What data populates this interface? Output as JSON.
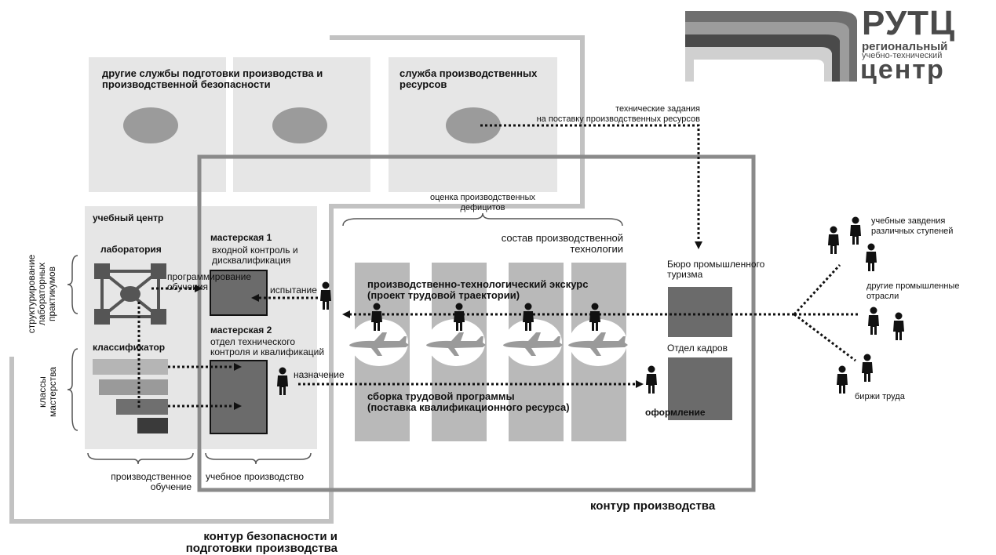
{
  "logo": {
    "name": "РУТЦ",
    "line1": "региональный",
    "line2": "учебно-технический",
    "line3": "центр"
  },
  "top_services": {
    "other_services": "другие службы подготовки производства и\nпроизводственной безопасности",
    "resources_service": "служба производственных\nресурсов",
    "tech_tasks": "технические задания\nна поставку производственных ресурсов",
    "deficit_assessment": "оценка производственных\nдефицитов"
  },
  "training_center": {
    "title": "учебный центр",
    "laboratory": "лаборатория",
    "classifier": "классификатор",
    "side_label_1": "структурирование\nлабораторных\nпрактикумов",
    "side_label_2": "классы\nмастерства",
    "bottom_label": "производственное\nобучение"
  },
  "workshops": {
    "workshop1_title": "мастерская 1",
    "workshop1_sub": "входной контроль и\nдисквалификация",
    "workshop2_title": "мастерская 2",
    "workshop2_sub": "отдел технического\nконтроля и квалификаций",
    "programming": "программирование\nобучения",
    "testing": "испытание",
    "assignment": "назначение",
    "bottom_label": "учебное производство"
  },
  "production": {
    "tech_composition": "состав производственной\nтехнологии",
    "excursion": "производственно-технологический экскурс\n(проект трудовой траектории)",
    "assembly": "сборка трудовой программы\n(поставка квалификационного ресурса)",
    "tourism_bureau": "Бюро промышленного\nтуризма",
    "hr_department": "Отдел кадров",
    "registration": "оформление",
    "contour_production": "контур производства",
    "contour_safety": "контур безопасности и\nподготовки производства"
  },
  "external": {
    "schools": "учебные завдения\nразличных ступеней",
    "industries": "другие промышленные\nотрасли",
    "exchanges": "биржи труда"
  },
  "colors": {
    "panel_light": "#e6e6e6",
    "column_gray": "#b9b9b9",
    "box_dark": "#6b6b6b",
    "circle_gray": "#9b9b9b",
    "contour_prod": "#8a8a8a",
    "contour_safety": "#c2c2c2",
    "ink": "#111111"
  }
}
